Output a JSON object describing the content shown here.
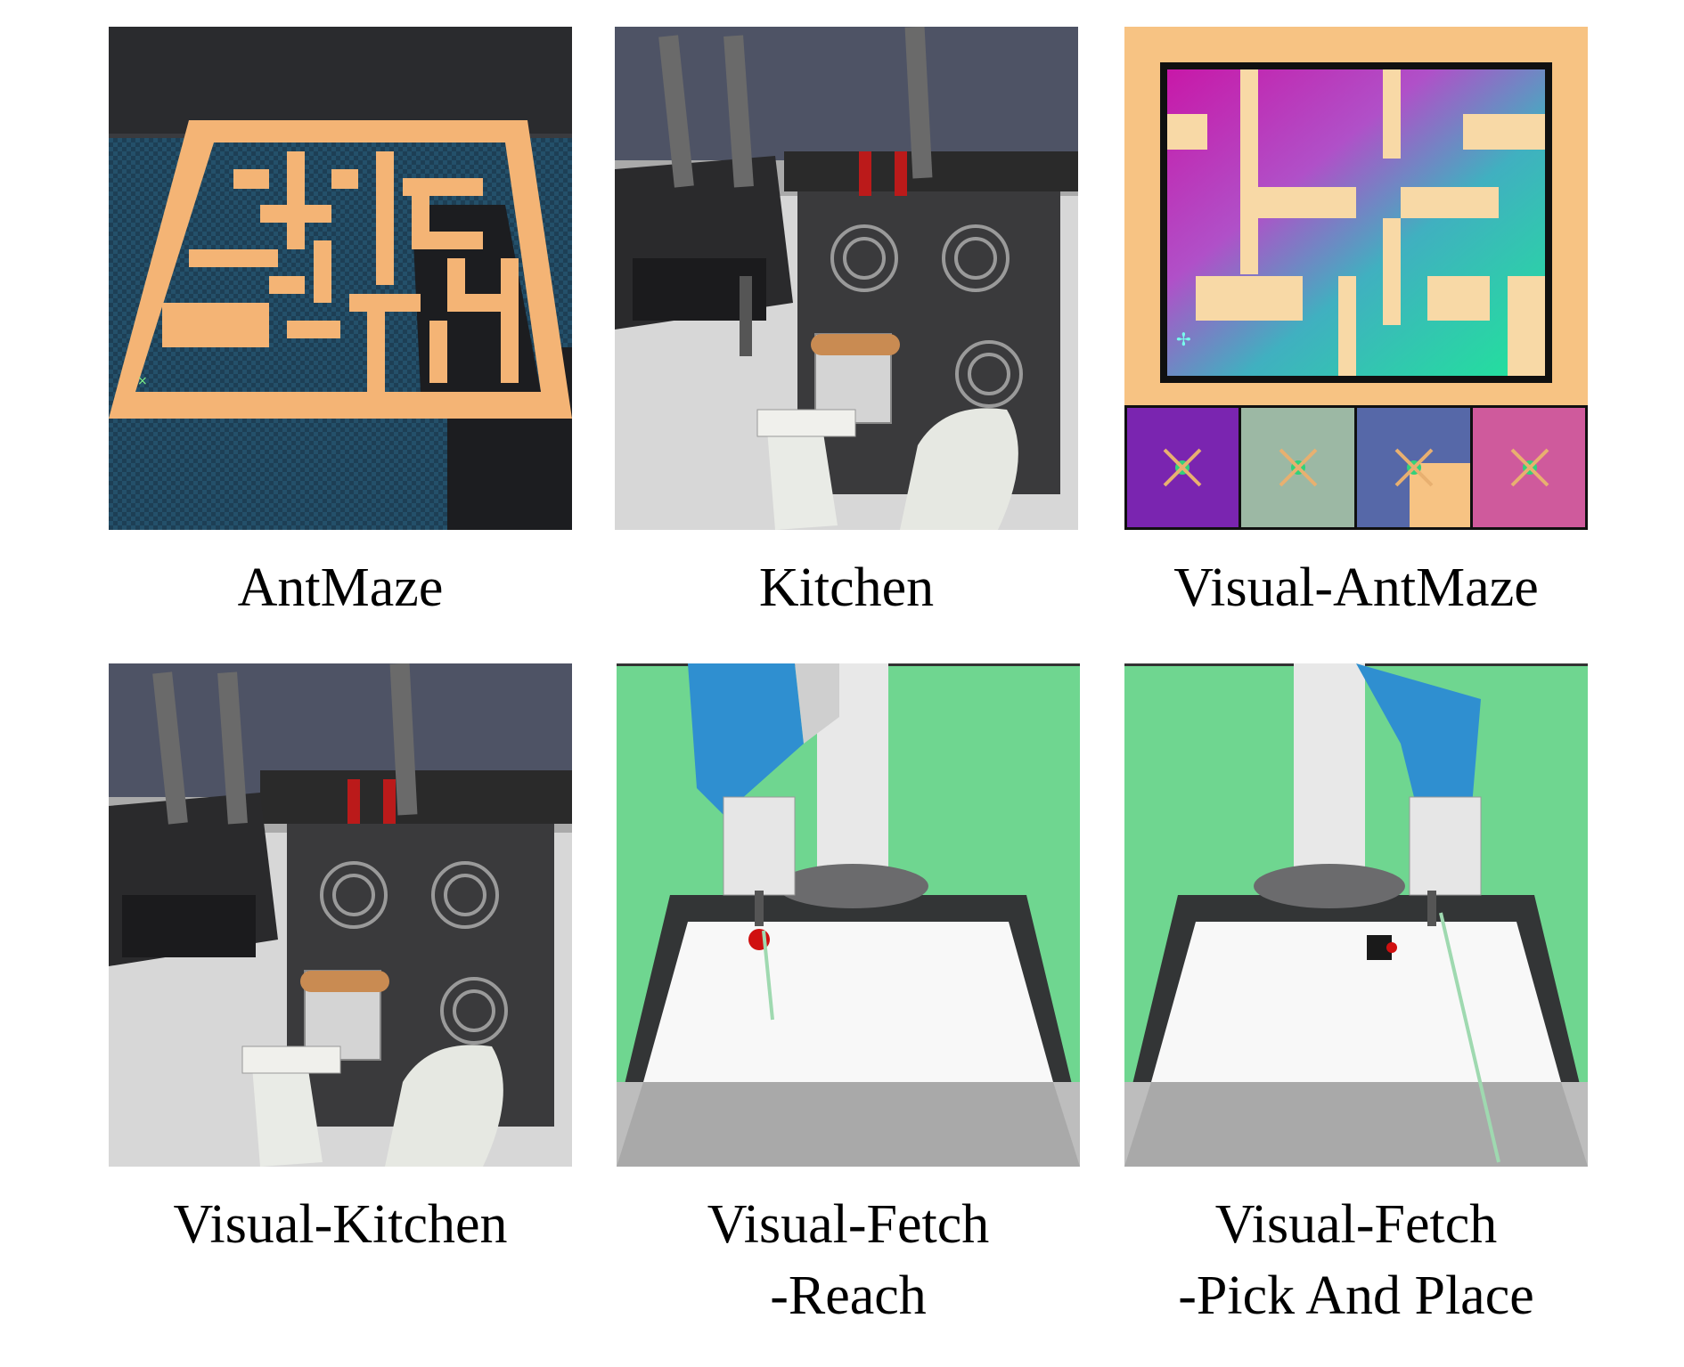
{
  "figure": {
    "panels": [
      {
        "id": "antmaze",
        "caption_lines": [
          "AntMaze"
        ]
      },
      {
        "id": "kitchen",
        "caption_lines": [
          "Kitchen"
        ]
      },
      {
        "id": "visual-antmaze",
        "caption_lines": [
          "Visual-AntMaze"
        ]
      },
      {
        "id": "visual-kitchen",
        "caption_lines": [
          "Visual-Kitchen"
        ]
      },
      {
        "id": "visual-fetch-reach",
        "caption_lines": [
          "Visual-Fetch",
          "-Reach"
        ]
      },
      {
        "id": "visual-fetch-pick-and-place",
        "caption_lines": [
          "Visual-Fetch",
          "-Pick And Place"
        ]
      }
    ]
  },
  "colors": {
    "maze_wall": "#f4b475",
    "floor_checker": "#24506a",
    "background_dark": "#2a2b2e",
    "fetch_green": "#6fd690",
    "fetch_arm_blue": "#2f8fd0",
    "target_red": "#d01010"
  }
}
